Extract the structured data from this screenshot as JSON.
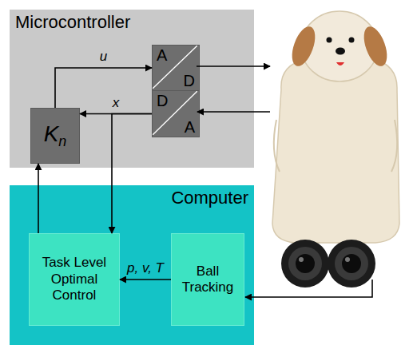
{
  "diagram": {
    "nodes": [
      {
        "text": [
          "Microcontroller"
        ]
      },
      {
        "text": [
          "A",
          "D"
        ],
        "in": 0
      },
      {
        "text": [
          "D",
          "A"
        ],
        "in": 0
      },
      {
        "text": [
          "K",
          "n"
        ],
        "in": 0
      },
      {
        "text": [
          "Computer"
        ]
      },
      {
        "text": [
          "Task Level Optimal Control"
        ],
        "in": 4
      },
      {
        "text": [
          "Ball Tracking"
        ],
        "in": 4
      }
    ],
    "edges": [
      {
        "from": 3,
        "to": 1,
        "label": "u",
        "arrow": "to"
      },
      {
        "from": 2,
        "to": 3,
        "label": "x",
        "arrow": "to"
      },
      {
        "from": 2,
        "to": 5,
        "arrow": "to"
      },
      {
        "from": 6,
        "to": 5,
        "label": "p, v, T",
        "arrow": "to"
      },
      {
        "from": 5,
        "to": 3,
        "arrow": "to"
      }
    ]
  }
}
